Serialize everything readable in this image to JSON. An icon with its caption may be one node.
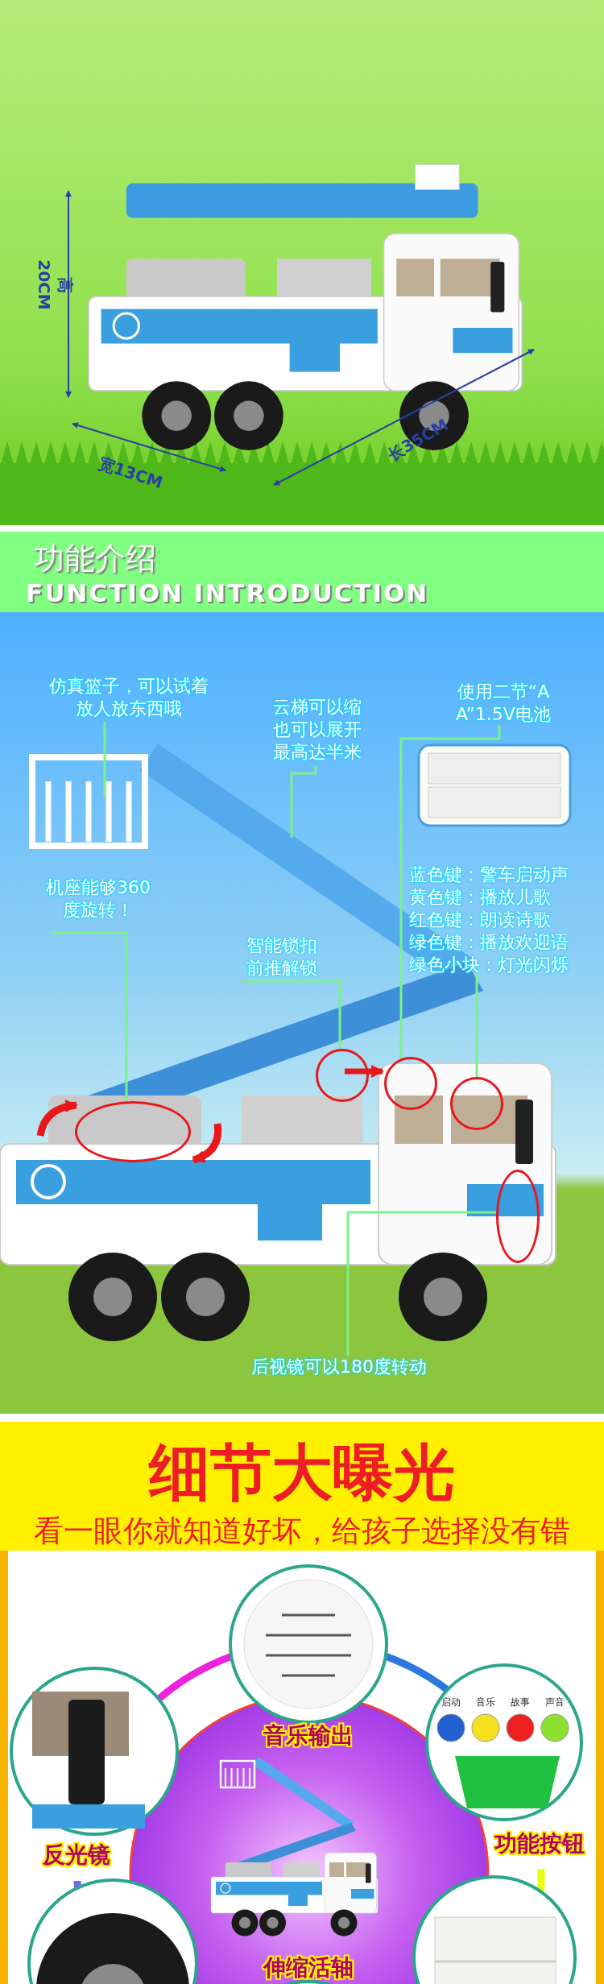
{
  "diagram": {
    "nodes": [
      {
        "text": [
          "仿真篮子，可以试着放人放东西哦"
        ]
      },
      {
        "text": [
          "云梯可以缩也可以展开最高达半米"
        ]
      },
      {
        "text": [
          "使用二节“AA”1.5V电池"
        ]
      },
      {
        "text": [
          "机座能够360度旋转！"
        ]
      },
      {
        "text": [
          "智能锁扣前推解锁"
        ]
      },
      {
        "text": [
          "蓝色键：警车启动声",
          "黄色键：播放儿歌",
          "红色键：朗读诗歌",
          "绿色键：播放欢迎语",
          "绿色小块：灯光闪烁"
        ]
      },
      {
        "text": [
          "后视镜可以180度转动"
        ]
      },
      {
        "text": [],
        "shape": "circle"
      },
      {
        "text": [],
        "shape": "circle"
      },
      {
        "text": [],
        "shape": "circle"
      },
      {
        "text": [],
        "shape": "circle"
      },
      {
        "text": [],
        "shape": "circle"
      }
    ],
    "edges": [
      {
        "from": 0,
        "to": null,
        "arrow": "none"
      },
      {
        "from": 1,
        "to": null,
        "arrow": "none"
      },
      {
        "from": 2,
        "to": 9,
        "arrow": "none"
      },
      {
        "from": 3,
        "to": 7,
        "arrow": "none"
      },
      {
        "from": 4,
        "to": 8,
        "arrow": "none"
      },
      {
        "from": 5,
        "to": 10,
        "arrow": "none"
      },
      {
        "from": 6,
        "to": 11,
        "arrow": "none"
      }
    ],
    "labels": [
      "高20CM",
      "宽13CM",
      "长35CM",
      "功能介绍",
      "FUNCTION INTRODUCTION",
      "细节大曝光",
      "看一眼你就知道好坏，给孩子选择没有错",
      "音乐输出",
      "启动",
      "音乐",
      "故事",
      "声音",
      "反光镜",
      "功能按钮",
      "伸缩活轴"
    ]
  }
}
